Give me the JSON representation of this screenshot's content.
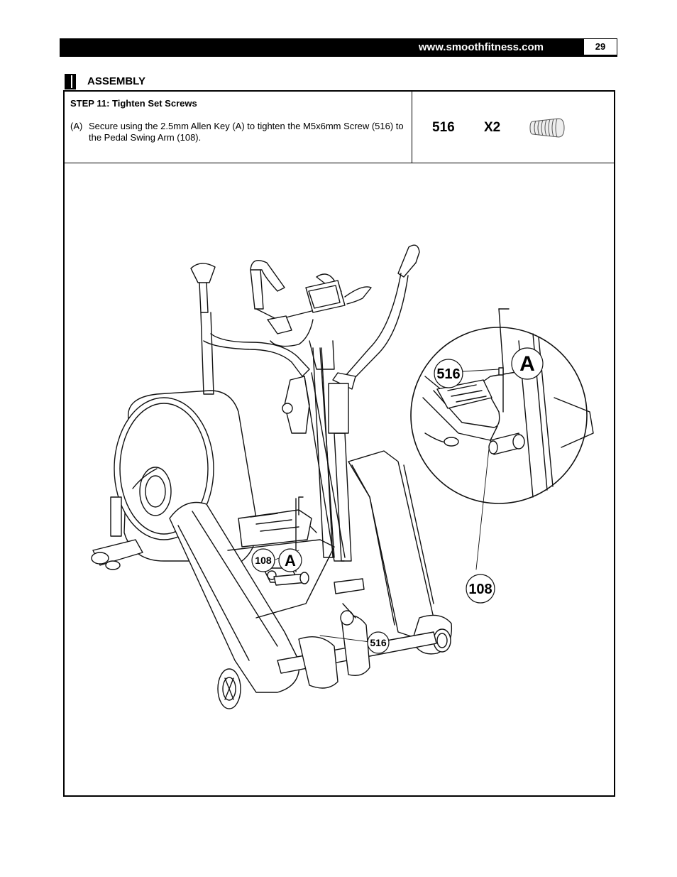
{
  "header": {
    "url": "www.smoothfitness.com",
    "page_number": "29"
  },
  "section": {
    "title": "ASSEMBLY"
  },
  "step": {
    "title": "STEP 11: Tighten Set Screws",
    "instruction_label": "(A)",
    "instruction_text": "Secure using the 2.5mm Allen Key (A) to tighten the M5x6mm Screw (516) to the Pedal Swing Arm (108)."
  },
  "parts": {
    "part_number": "516",
    "quantity": "X2",
    "icon": "set-screw-icon"
  },
  "illustration": {
    "callouts": {
      "detail_screw": "516",
      "detail_tool": "A",
      "detail_arm": "108",
      "main_arm": "108",
      "main_tool": "A",
      "main_screw": "516"
    }
  }
}
